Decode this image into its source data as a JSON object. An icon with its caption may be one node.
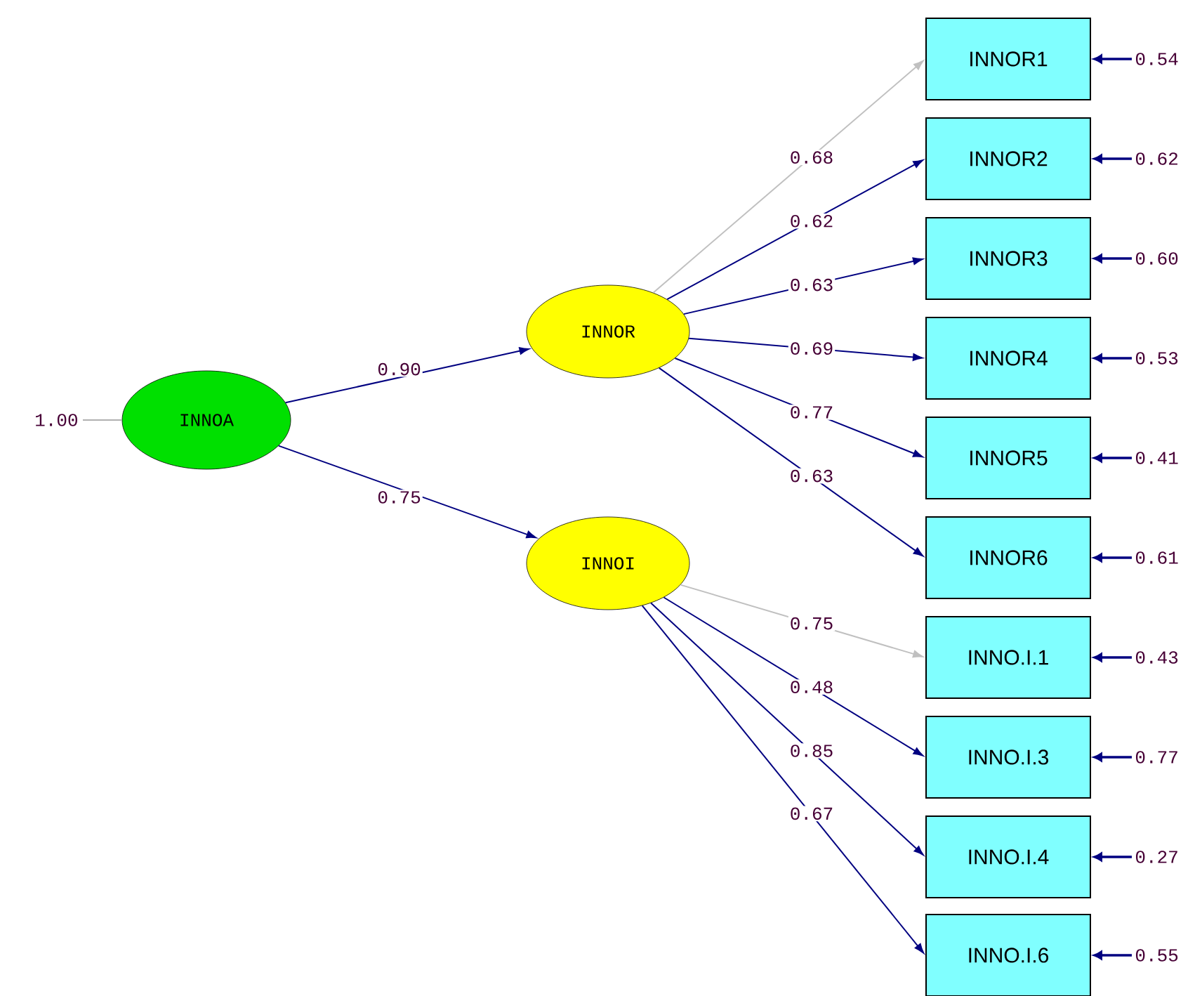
{
  "diagram": {
    "nodes": [
      {
        "text": [
          "INNOA"
        ]
      },
      {
        "text": [
          "INNOR"
        ]
      },
      {
        "text": [
          "INNOI"
        ]
      },
      {
        "text": [
          "INNOR1"
        ]
      },
      {
        "text": [
          "INNOR2"
        ]
      },
      {
        "text": [
          "INNOR3"
        ]
      },
      {
        "text": [
          "INNOR4"
        ]
      },
      {
        "text": [
          "INNOR5"
        ]
      },
      {
        "text": [
          "INNOR6"
        ]
      },
      {
        "text": [
          "INNO.I.1"
        ]
      },
      {
        "text": [
          "INNO.I.3"
        ]
      },
      {
        "text": [
          "INNO.I.4"
        ]
      },
      {
        "text": [
          "INNO.I.6"
        ]
      }
    ],
    "edges": [
      {
        "from": null,
        "to": 0,
        "arrow": "none",
        "label": "1.00",
        "color": "#b0b0b0"
      },
      {
        "from": 0,
        "to": 1,
        "arrow": "to",
        "label": "0.90"
      },
      {
        "from": 0,
        "to": 2,
        "arrow": "to",
        "label": "0.75"
      },
      {
        "from": 1,
        "to": 3,
        "arrow": "to",
        "label": "0.68",
        "color": "#c0c0c0"
      },
      {
        "from": 1,
        "to": 4,
        "arrow": "to",
        "label": "0.62"
      },
      {
        "from": 1,
        "to": 5,
        "arrow": "to",
        "label": "0.63"
      },
      {
        "from": 1,
        "to": 6,
        "arrow": "to",
        "label": "0.69"
      },
      {
        "from": 1,
        "to": 7,
        "arrow": "to",
        "label": "0.77"
      },
      {
        "from": 1,
        "to": 8,
        "arrow": "to",
        "label": "0.63"
      },
      {
        "from": 2,
        "to": 9,
        "arrow": "to",
        "label": "0.75",
        "color": "#c0c0c0"
      },
      {
        "from": 2,
        "to": 10,
        "arrow": "to",
        "label": "0.48"
      },
      {
        "from": 2,
        "to": 11,
        "arrow": "to",
        "label": "0.85"
      },
      {
        "from": 2,
        "to": 12,
        "arrow": "to",
        "label": "0.67"
      },
      {
        "from": null,
        "to": 3,
        "arrow": "to",
        "label": "0.54"
      },
      {
        "from": null,
        "to": 4,
        "arrow": "to",
        "label": "0.62"
      },
      {
        "from": null,
        "to": 5,
        "arrow": "to",
        "label": "0.60"
      },
      {
        "from": null,
        "to": 6,
        "arrow": "to",
        "label": "0.53"
      },
      {
        "from": null,
        "to": 7,
        "arrow": "to",
        "label": "0.41"
      },
      {
        "from": null,
        "to": 8,
        "arrow": "to",
        "label": "0.61"
      },
      {
        "from": null,
        "to": 9,
        "arrow": "to",
        "label": "0.43"
      },
      {
        "from": null,
        "to": 10,
        "arrow": "to",
        "label": "0.77"
      },
      {
        "from": null,
        "to": 11,
        "arrow": "to",
        "label": "0.27"
      },
      {
        "from": null,
        "to": 12,
        "arrow": "to",
        "label": "0.55"
      }
    ]
  }
}
